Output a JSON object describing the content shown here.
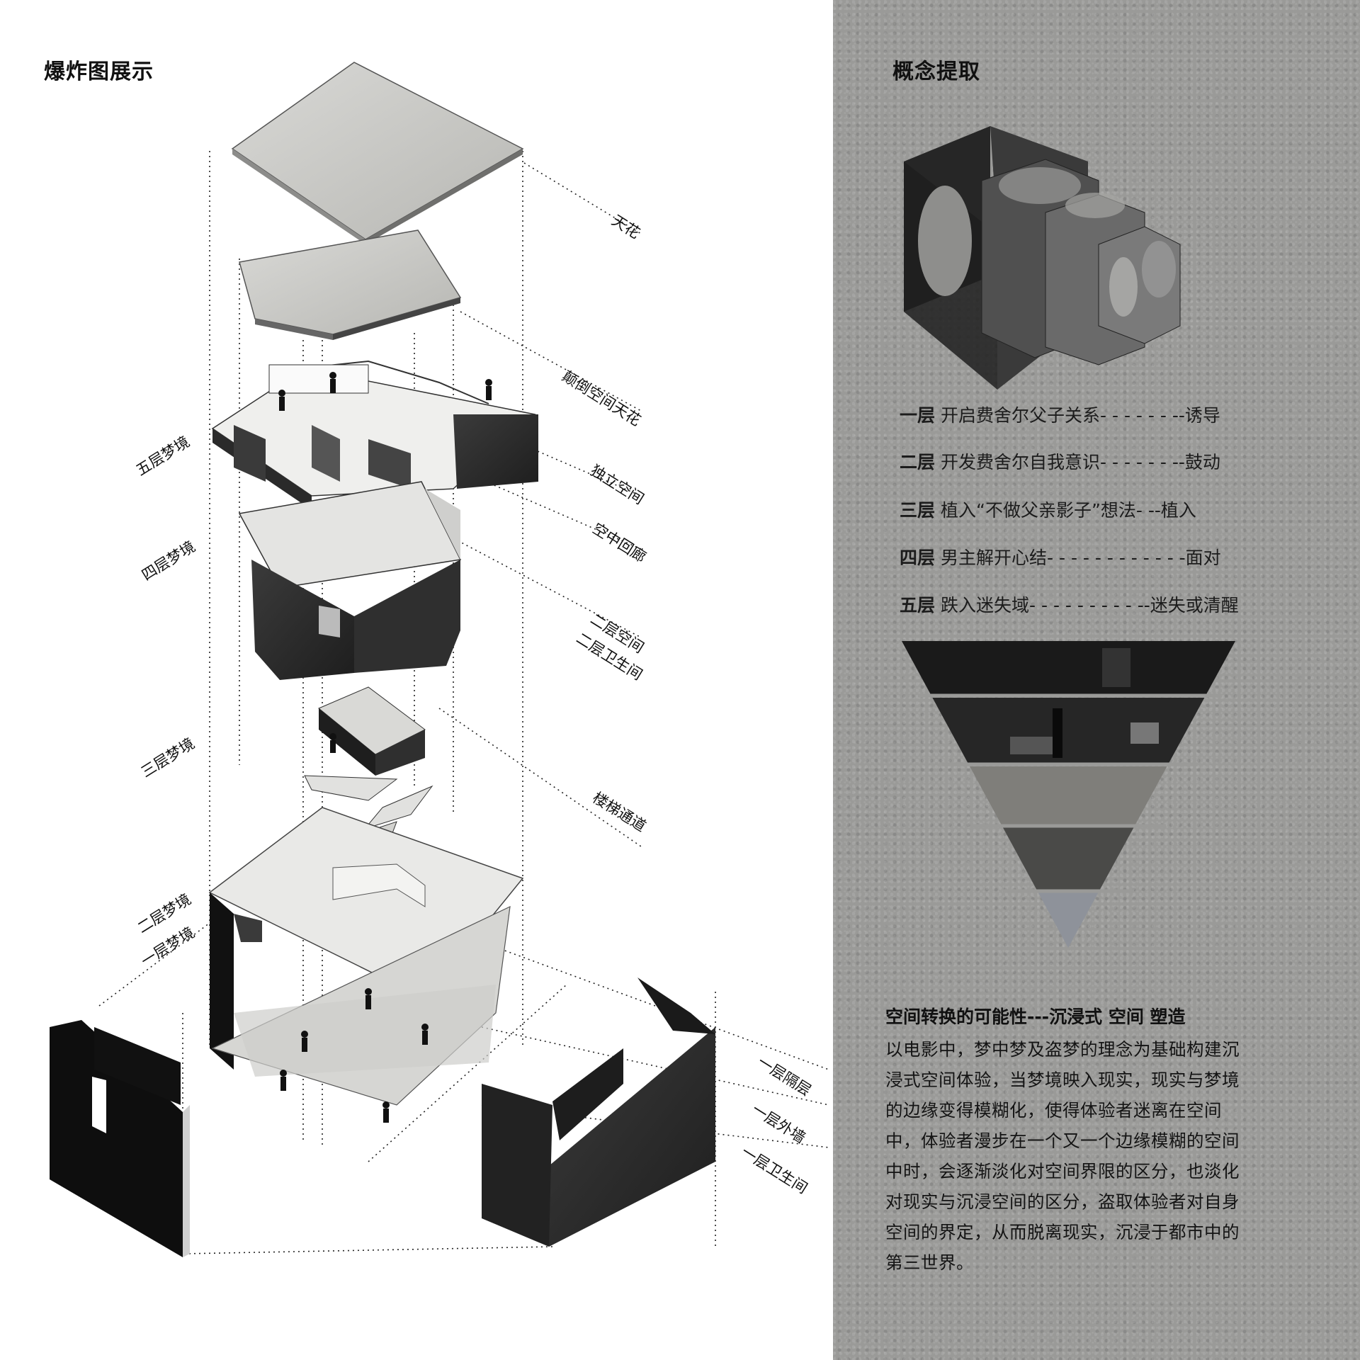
{
  "left": {
    "heading": "爆炸图展示",
    "labels_right": [
      "天花",
      "颠倒空间天花",
      "独立空间",
      "空中回廊",
      "二层空间",
      "二层卫生间",
      "楼梯通道",
      "一层隔层",
      "一层外墙",
      "一层卫生间"
    ],
    "labels_left": [
      "五层梦境",
      "四层梦境",
      "三层梦境",
      "二层梦境",
      "一层梦境"
    ]
  },
  "right": {
    "heading": "概念提取",
    "steps": [
      {
        "layer": "一层",
        "text": "开启费舍尔父子关系- - - - - - --诱导"
      },
      {
        "layer": "二层",
        "text": "开发费舍尔自我意识- - - - - - --鼓动"
      },
      {
        "layer": "三层",
        "text": "植入“不做父亲影子”想法- --植入"
      },
      {
        "layer": "四层",
        "text": "男主解开心结- - - - - - - - - - - -面对"
      },
      {
        "layer": "五层",
        "text": "跌入迷失域- - - - - - - - - --迷失或清醒"
      }
    ],
    "paragraph_title": "空间转换的可能性---沉浸式 空间 塑造",
    "paragraph": "以电影中，梦中梦及盗梦的理念为基础构建沉浸式空间体验，当梦境映入现实，现实与梦境的边缘变得模糊化，使得体验者迷离在空间中，体验者漫步在一个又一个边缘模糊的空间中时，会逐渐淡化对空间界限的区分，也淡化对现实与沉浸空间的区分，盗取体验者对自身空间的界定，从而脱离现实，沉浸于都市中的第三世界。"
  }
}
